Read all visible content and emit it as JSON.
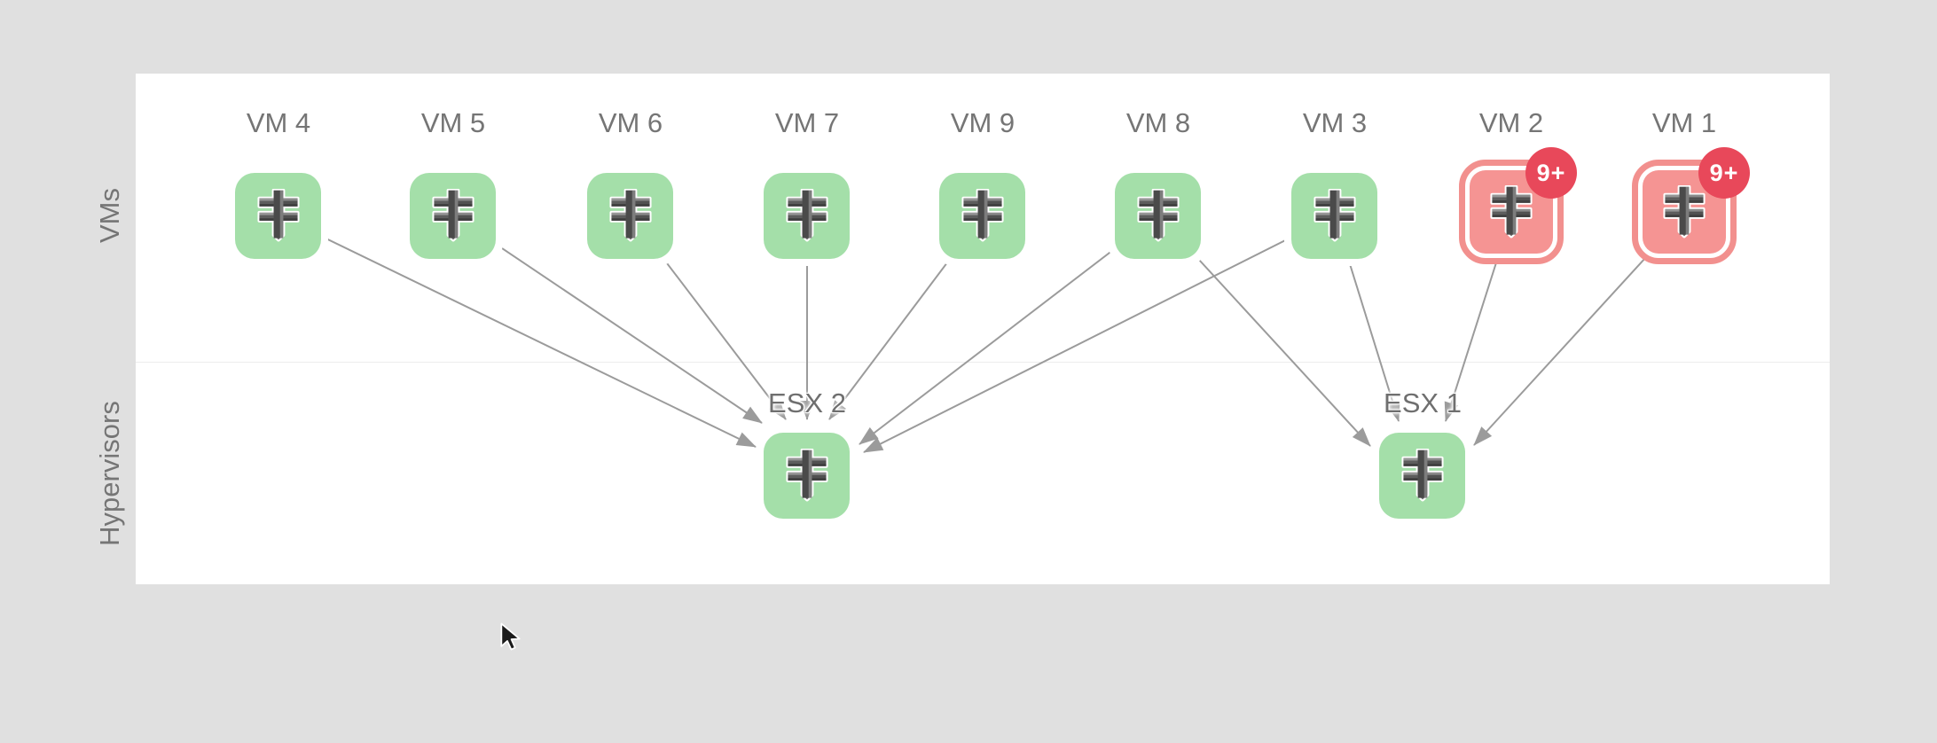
{
  "page": {
    "background": "#e0e0e0",
    "panel_background": "#ffffff"
  },
  "rows": [
    {
      "label": "VMs"
    },
    {
      "label": "Hypervisors"
    }
  ],
  "vms": [
    {
      "label": "VM 4",
      "status": "ok"
    },
    {
      "label": "VM 5",
      "status": "ok"
    },
    {
      "label": "VM 6",
      "status": "ok"
    },
    {
      "label": "VM 7",
      "status": "ok"
    },
    {
      "label": "VM 9",
      "status": "ok"
    },
    {
      "label": "VM 8",
      "status": "ok"
    },
    {
      "label": "VM 3",
      "status": "ok"
    },
    {
      "label": "VM 2",
      "status": "alert",
      "badge": "9+"
    },
    {
      "label": "VM 1",
      "status": "alert",
      "badge": "9+"
    }
  ],
  "hypervisors": [
    {
      "label": "ESX 2",
      "status": "ok"
    },
    {
      "label": "ESX 1",
      "status": "ok"
    }
  ],
  "edges": [
    {
      "from": "VM 4",
      "to": "ESX 2"
    },
    {
      "from": "VM 5",
      "to": "ESX 2"
    },
    {
      "from": "VM 6",
      "to": "ESX 2"
    },
    {
      "from": "VM 7",
      "to": "ESX 2"
    },
    {
      "from": "VM 9",
      "to": "ESX 2"
    },
    {
      "from": "VM 8",
      "to": "ESX 2"
    },
    {
      "from": "VM 3",
      "to": "ESX 2"
    },
    {
      "from": "VM 8",
      "to": "ESX 1"
    },
    {
      "from": "VM 3",
      "to": "ESX 1"
    },
    {
      "from": "VM 2",
      "to": "ESX 1"
    },
    {
      "from": "VM 1",
      "to": "ESX 1"
    }
  ],
  "icons": {
    "node_icon": "vsphere-host-icon",
    "cursor": "mouse-pointer-icon"
  },
  "colors": {
    "node_ok": "#a4dfa9",
    "node_alert_fill": "#f59493",
    "node_alert_ring": "#f2908e",
    "badge": "#e8485a",
    "edge": "#9b9b9b",
    "label_text": "#757575"
  }
}
